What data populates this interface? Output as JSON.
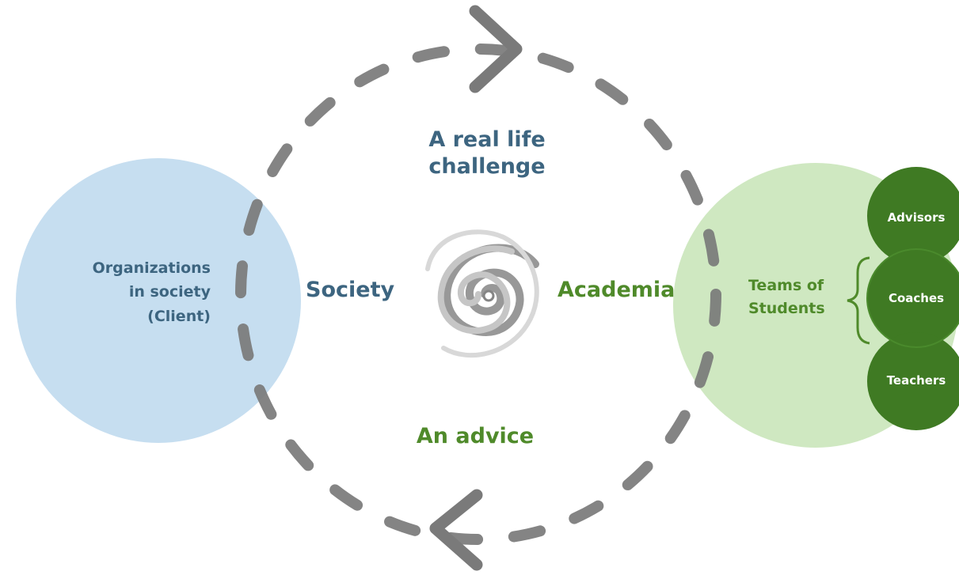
{
  "diagram": {
    "challenge_label": "A real life challenge",
    "advice_label": "An advice",
    "society_label": "Society",
    "academia_label": "Academia",
    "client_circle": {
      "lines": [
        "Organizations",
        "in society",
        "(Client)"
      ],
      "color": "#c6def0"
    },
    "students_circle": {
      "lines": [
        "Teams of",
        "Students"
      ],
      "color": "#cfe8c1"
    },
    "roles": [
      "Advisors",
      "Coaches",
      "Teachers"
    ],
    "colors": {
      "blue_text": "#3d6580",
      "green_text": "#4f8a2a",
      "role_circle": "#3f7a23",
      "cycle_arrow": "#7a7a7a"
    },
    "icons": [
      "spiral-icon",
      "arrow-right-icon",
      "arrow-left-icon",
      "brace-icon"
    ]
  }
}
